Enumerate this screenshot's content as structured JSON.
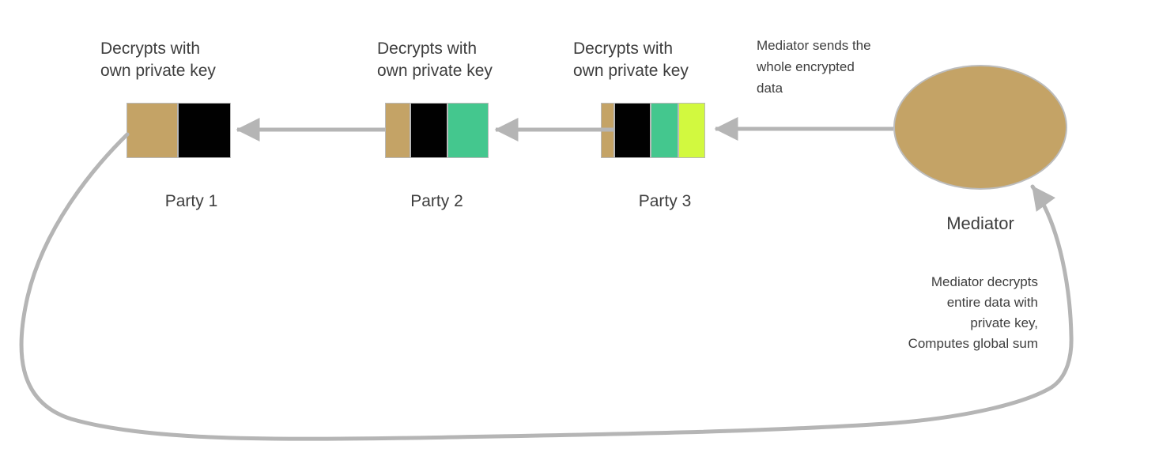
{
  "diagram": {
    "title_hint": "secure aggregation ring diagram",
    "parties": [
      {
        "name": "Party 1",
        "note": [
          "Decrypts with",
          "own private key"
        ],
        "segments": [
          "tan",
          "black"
        ]
      },
      {
        "name": "Party 2",
        "note": [
          "Decrypts with",
          "own private key"
        ],
        "segments": [
          "tan",
          "black",
          "green"
        ]
      },
      {
        "name": "Party 3",
        "note": [
          "Decrypts with",
          "own private key"
        ],
        "segments": [
          "tan",
          "black",
          "green",
          "yellow"
        ]
      }
    ],
    "mediator": {
      "label": "Mediator",
      "send_note": [
        "Mediator sends the",
        "whole encrypted",
        "data"
      ],
      "compute_note": [
        "Mediator decrypts",
        "entire data with",
        "private key,",
        "Computes global sum"
      ]
    },
    "colors": {
      "tan": "#c4a366",
      "black": "#010101",
      "green": "#44c78e",
      "yellow": "#d2f93f",
      "line": "#b5b5b5",
      "segment_border": "#b9b9b9",
      "text": "#3e3e3e"
    }
  }
}
